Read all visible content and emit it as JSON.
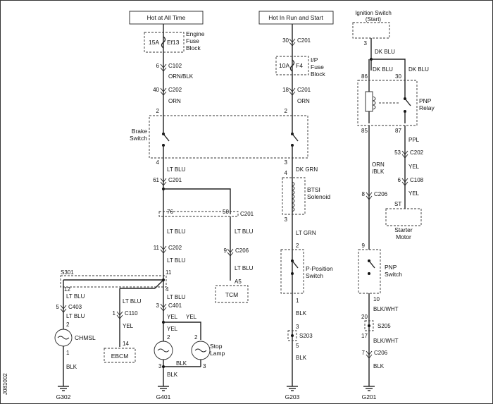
{
  "sources": {
    "hot_all_time": "Hot at All Time",
    "hot_run_start": "Hot In Run and Start",
    "ign_switch_line1": "Ignition Switch",
    "ign_switch_line2": "(Start)"
  },
  "fuses": {
    "ef13_amp": "15A",
    "ef13_id": "Ef13",
    "engine_fuse_l1": "Engine",
    "engine_fuse_l2": "Fuse",
    "engine_fuse_l3": "Block",
    "f4_amp": "10A",
    "f4_id": "F4",
    "ip_fuse_l1": "I/P",
    "ip_fuse_l2": "Fuse",
    "ip_fuse_l3": "Block"
  },
  "components": {
    "brake_switch_l1": "Brake",
    "brake_switch_l2": "Switch",
    "btsi_l1": "BTSI",
    "btsi_l2": "Solenoid",
    "pposition_l1": "P-Position",
    "pposition_l2": "Switch",
    "pnp_relay_l1": "PNP",
    "pnp_relay_l2": "Relay",
    "pnp_switch_l1": "PNP",
    "pnp_switch_l2": "Switch",
    "starter_l1": "Starter",
    "starter_l2": "Motor",
    "tcm": "TCM",
    "ebcm": "EBCM",
    "chmsl": "CHMSL",
    "stop_lamp_l1": "Stop",
    "stop_lamp_l2": "Lamp"
  },
  "connectors": {
    "c102": "C102",
    "c202": "C202",
    "c201": "C201",
    "c206": "C206",
    "c403": "C403",
    "c110": "C110",
    "c401": "C401",
    "c108": "C108",
    "s301": "S301",
    "s203": "S203",
    "s205": "S205"
  },
  "pins": {
    "p30a": "30",
    "p6": "6",
    "p40": "40",
    "p2a": "2",
    "p2b": "2",
    "p18": "18",
    "p3top": "3",
    "p86": "86",
    "p30b": "30",
    "p85": "85",
    "p87": "87",
    "p4a": "4",
    "p3a": "3",
    "p61": "61",
    "p4b": "4",
    "p53": "53",
    "p6b": "6",
    "p76": "76",
    "p50": "50",
    "p3b": "3",
    "p8": "8",
    "p11a": "11",
    "p9a": "9",
    "p2c": "2",
    "p9b": "9",
    "p11b": "11",
    "p12": "12",
    "p4c": "4",
    "p5": "5",
    "p1a": "1",
    "p3c": "3",
    "p1b": "1",
    "p2d": "2",
    "p2e": "2",
    "p10": "10",
    "p20": "20",
    "p1c": "1",
    "p14": "14",
    "p1d": "1",
    "p3d": "3",
    "p3e": "3",
    "p5b": "5",
    "p17": "17",
    "p7": "7",
    "pA5": "A5",
    "pST": "ST"
  },
  "wires": {
    "dkblu_a": "DK BLU",
    "dkblu_b": "DK BLU",
    "dkblu_c": "DK BLU",
    "orn_blk": "ORN/BLK",
    "orn_a": "ORN",
    "orn_b": "ORN",
    "ltblu_1": "LT BLU",
    "ltblu_2": "LT BLU",
    "ltblu_3": "LT BLU",
    "ltblu_4": "LT BLU",
    "ltblu_5": "LT BLU",
    "ltblu_6": "LT BLU",
    "ltblu_7": "LT BLU",
    "ltblu_8": "LT BLU",
    "dkgrn": "DK GRN",
    "ltgrn": "LT GRN",
    "ppl": "PPL",
    "yel_1": "YEL",
    "yel_2": "YEL",
    "yel_3": "YEL",
    "yel_4": "YEL",
    "orn_slash": "ORN",
    "slash_blk": "/BLK",
    "blk_1": "BLK",
    "blk_2": "BLK",
    "blk_3": "BLK",
    "blk_4": "BLK",
    "blk_5": "BLK",
    "blk_6": "BLK",
    "blk_7": "BLK",
    "blkwht_1": "BLK/WHT",
    "blkwht_2": "BLK/WHT"
  },
  "grounds": {
    "g302": "G302",
    "g401": "G401",
    "g203": "G203",
    "g201": "G201"
  },
  "figure_id": "J081002"
}
